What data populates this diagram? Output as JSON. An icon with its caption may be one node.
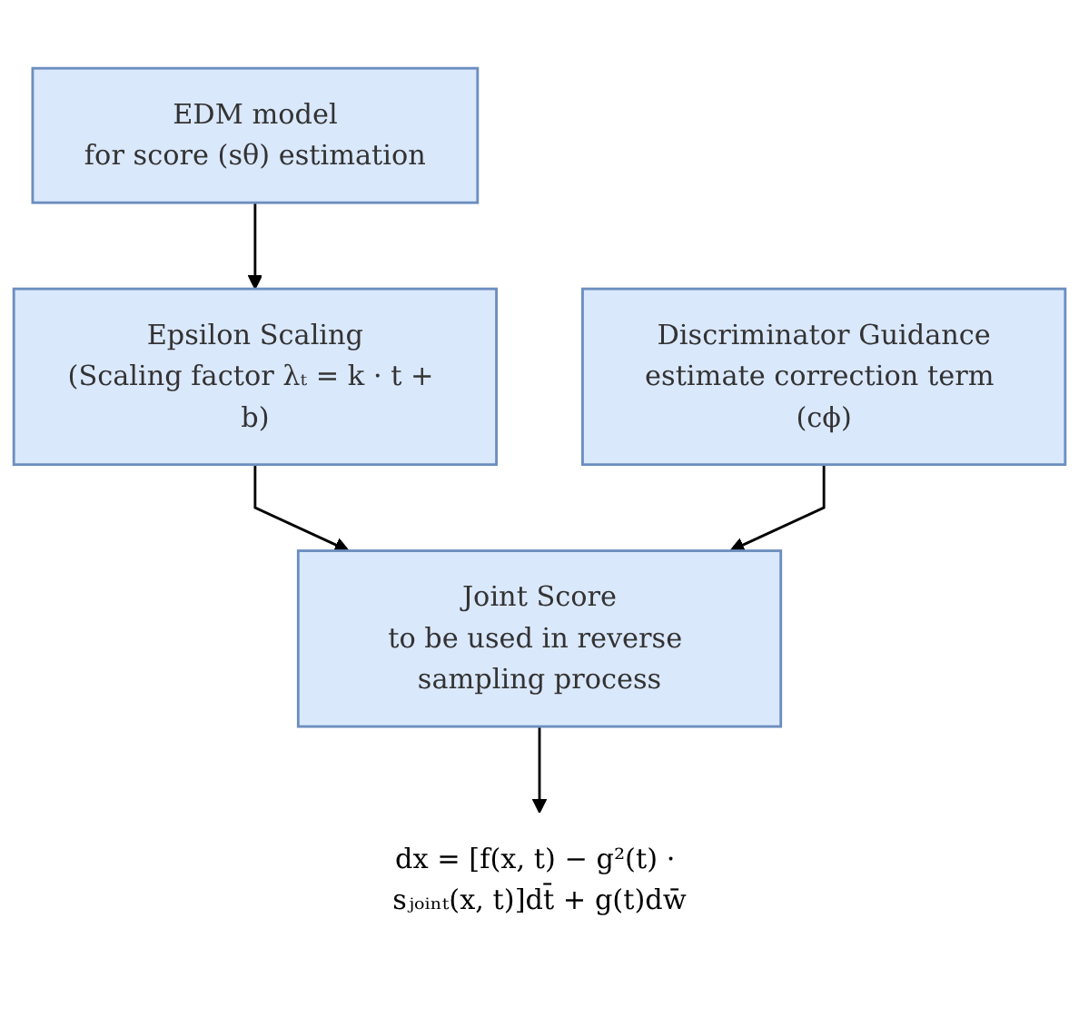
{
  "diagram": {
    "nodes": [
      {
        "text": [
          "EDM model",
          "for score (sθ) estimation"
        ]
      },
      {
        "text": [
          "Epsilon Scaling",
          "(Scaling factor λₜ = k · t + b)"
        ]
      },
      {
        "text": [
          "Discriminator Guidance",
          "estimate correction term (cϕ)"
        ]
      },
      {
        "text": [
          "Joint Score",
          "to be used in reverse sampling process"
        ]
      },
      {
        "text": [
          "dx = [f(x, t) − g²(t) · sⱼₒᵢₙₜ(x, t)]dt̄ + g(t)dw̄"
        ]
      }
    ],
    "edges": [
      {
        "from": 0,
        "to": 1,
        "arrow": "to"
      },
      {
        "from": 1,
        "to": 3,
        "arrow": "to"
      },
      {
        "from": 2,
        "to": 3,
        "arrow": "to"
      },
      {
        "from": 3,
        "to": 4,
        "arrow": "to"
      }
    ]
  }
}
